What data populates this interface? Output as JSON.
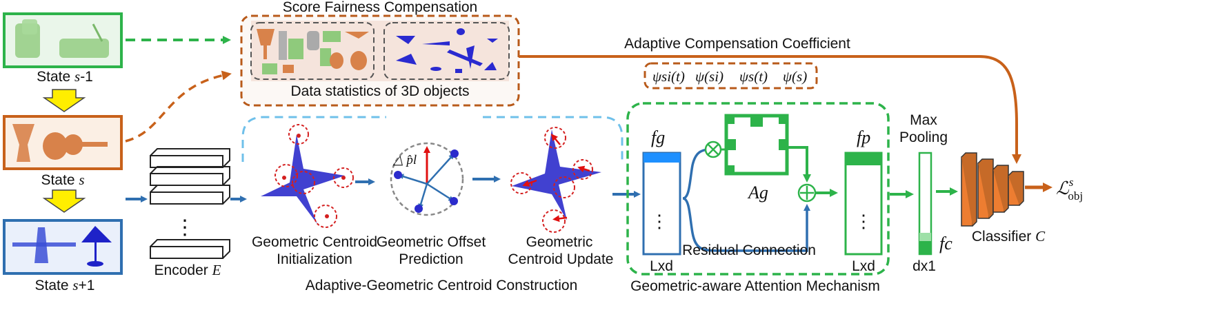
{
  "title_score_fairness": "Score Fairness Compensation",
  "data_statistics": "Data statistics of 3D objects",
  "adaptive_coeff": "Adaptive Compensation Coefficient",
  "psi_terms": [
    "ψsi(t)",
    "ψ(si)",
    "ψs(t)",
    "ψ(s)"
  ],
  "states": {
    "prev": {
      "prefix": "State ",
      "var": "s",
      "suffix": "-1"
    },
    "curr": {
      "prefix": "State ",
      "var": "s",
      "suffix": ""
    },
    "next": {
      "prefix": "State ",
      "var": "s",
      "suffix": "+1"
    }
  },
  "encoder": {
    "label": "Encoder ",
    "var": "E",
    "dots": "⋮"
  },
  "agcc": {
    "title": "Adaptive-Geometric Centroid Construction",
    "step1": [
      "Geometric Centroid",
      "Initialization"
    ],
    "step2": [
      "Geometric Offset",
      "Prediction"
    ],
    "step3": [
      "Geometric",
      "Centroid Update"
    ],
    "offset_label": "△ p̂l"
  },
  "gaam": {
    "title": "Geometric-aware Attention Mechanism",
    "fg": "fg",
    "fp": "fp",
    "ag": "Ag",
    "lxd_left": "Lxd",
    "lxd_right": "Lxd",
    "residual": "Residual Connection",
    "dots": "⋮"
  },
  "pooling": {
    "line1": "Max",
    "line2": "Pooling",
    "fc": "fc",
    "dim": "dx1"
  },
  "classifier": {
    "label": "Classifier ",
    "var": "C"
  },
  "loss": {
    "base": "ℒ",
    "sup": "s",
    "sub": "obj"
  },
  "colors": {
    "green": "#2db34a",
    "orange": "#c8611a",
    "blue": "#2f6fb0",
    "lightblue": "#6fc0ea",
    "yellow": "#ffee00",
    "points_blue": "#1a1acc",
    "centroid_red": "#d42020"
  }
}
